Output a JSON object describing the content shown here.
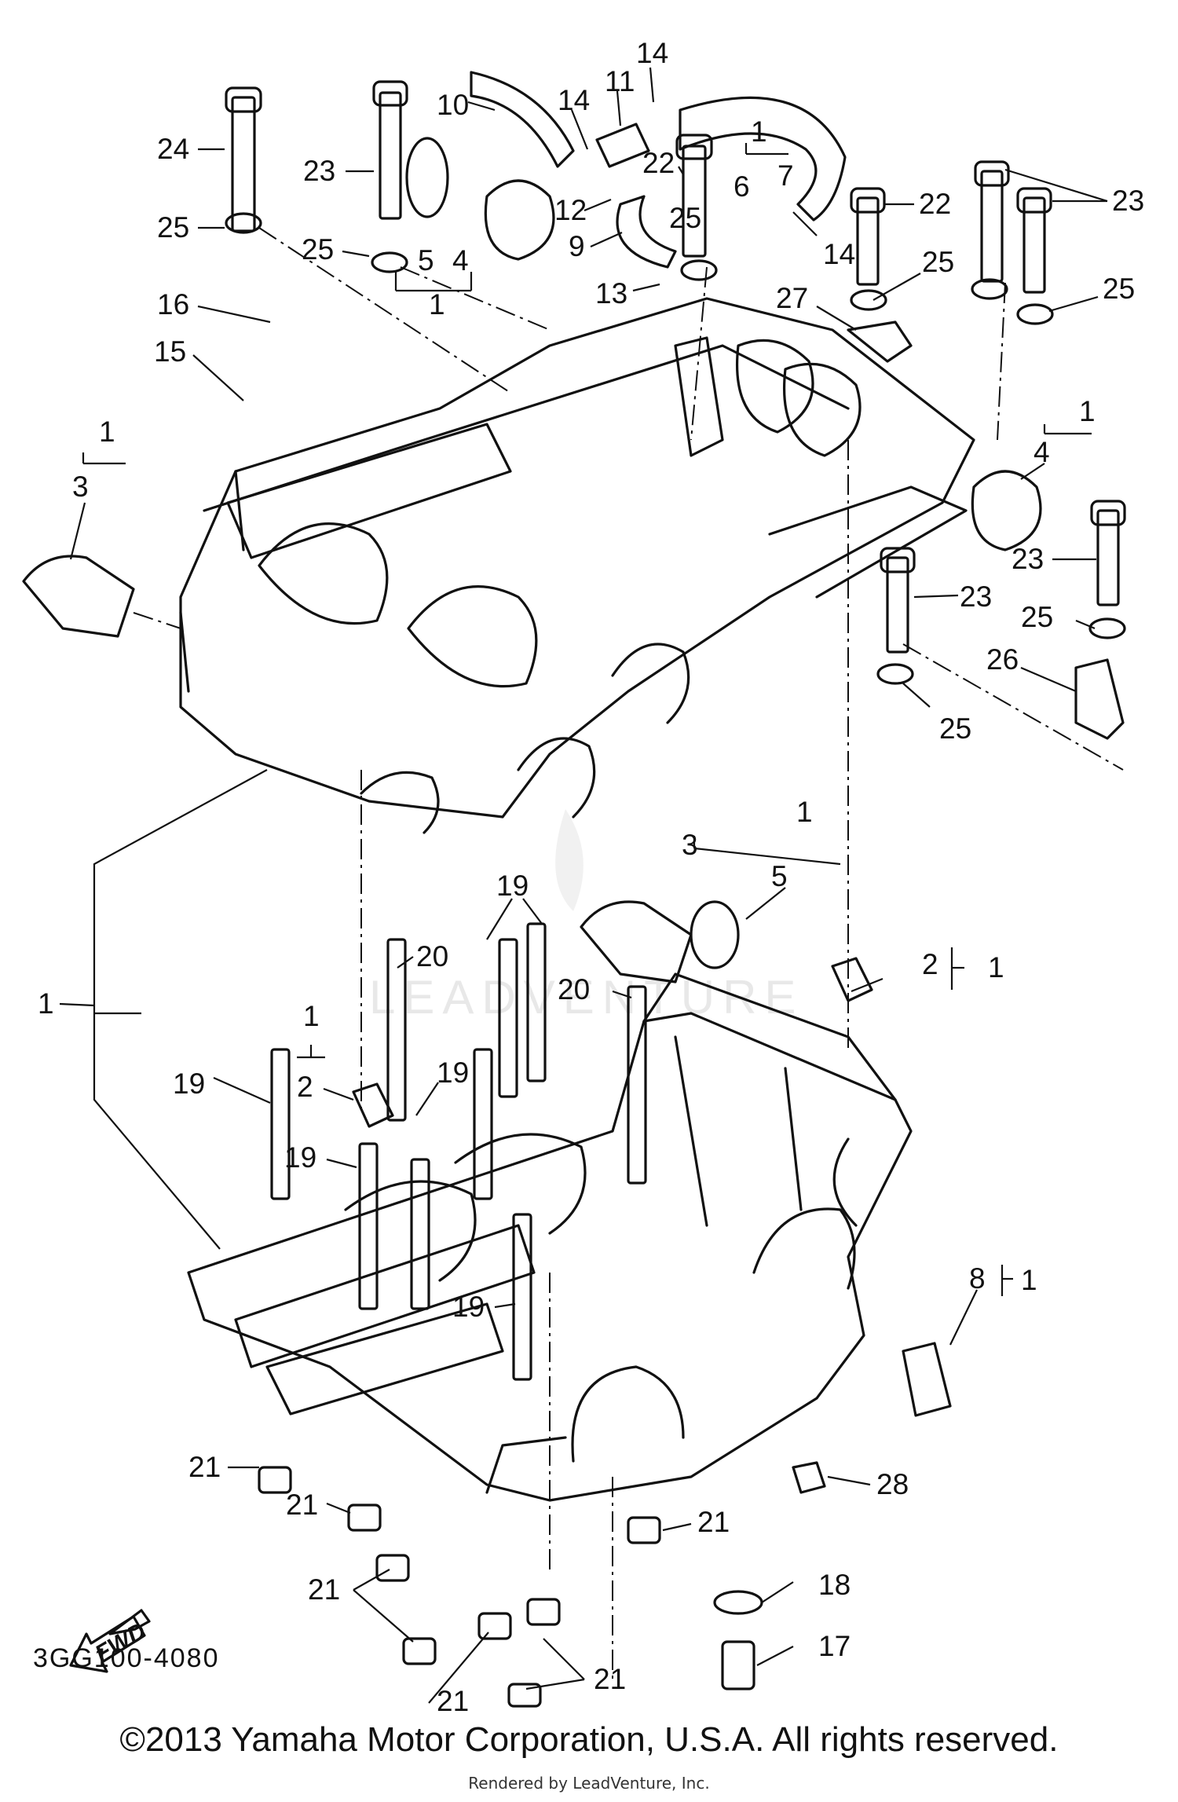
{
  "diagram": {
    "code": "3GG100-4080",
    "fwd_label": "FWD",
    "watermark": "LEADVENTURE",
    "callouts": [
      "24",
      "23",
      "25",
      "25",
      "5",
      "4",
      "1",
      "10",
      "14",
      "11",
      "14",
      "22",
      "12",
      "9",
      "25",
      "13",
      "6",
      "1",
      "7",
      "14",
      "22",
      "23",
      "25",
      "25",
      "27",
      "16",
      "15",
      "1",
      "3",
      "1",
      "4",
      "23",
      "23",
      "25",
      "26",
      "25",
      "1",
      "3",
      "5",
      "19",
      "20",
      "20",
      "2",
      "1",
      "1",
      "2",
      "19",
      "19",
      "19",
      "19",
      "1",
      "8",
      "1",
      "21",
      "21",
      "28",
      "21",
      "21",
      "18",
      "17",
      "21",
      "21"
    ]
  },
  "footer": {
    "copyright": "©2013 Yamaha Motor Corporation, U.S.A. All rights reserved.",
    "rendered_by": "Rendered by LeadVenture, Inc."
  }
}
